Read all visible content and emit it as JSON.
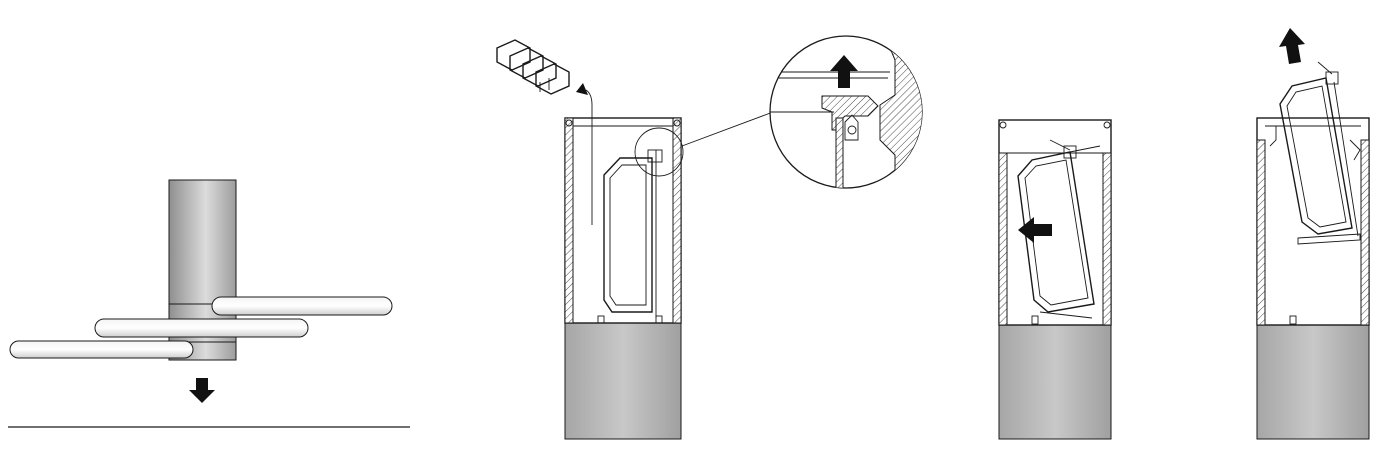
{
  "figure": {
    "panel_count": 4,
    "colors": {
      "outline": "#1a1a1a",
      "tube_light": "#e6e6e6",
      "tube_mid": "#b3b3b3",
      "tube_dark": "#8f8f8f",
      "arrow": "#111111",
      "background": "#ffffff"
    },
    "panels": [
      {
        "name": "pole-and-tubes",
        "arrow_direction": "down"
      },
      {
        "name": "remove-connector",
        "arrow_direction": "up",
        "detail_arrow_direction": "up"
      },
      {
        "name": "tilt-gear-tray",
        "arrow_direction": "left"
      },
      {
        "name": "lift-gear-tray",
        "arrow_direction": "up"
      }
    ]
  }
}
